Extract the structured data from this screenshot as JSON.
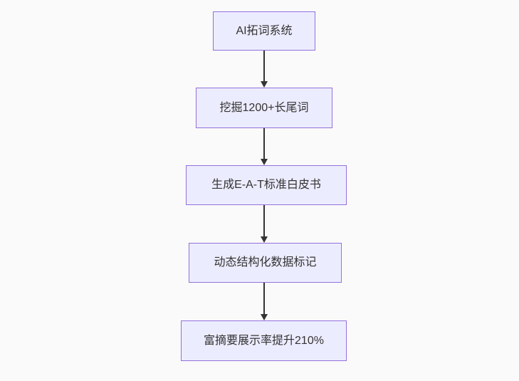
{
  "diagram": {
    "type": "flowchart",
    "direction": "top-down",
    "nodes": [
      {
        "id": "A",
        "label": "AI拓词系统"
      },
      {
        "id": "B",
        "label": "挖掘1200+长尾词"
      },
      {
        "id": "C",
        "label": "生成E-A-T标准白皮书"
      },
      {
        "id": "D",
        "label": "动态结构化数据标记"
      },
      {
        "id": "E",
        "label": "富摘要展示率提升210%"
      }
    ],
    "edges": [
      {
        "from": "A",
        "to": "B"
      },
      {
        "from": "B",
        "to": "C"
      },
      {
        "from": "C",
        "to": "D"
      },
      {
        "from": "D",
        "to": "E"
      }
    ],
    "colors": {
      "node_fill": "#ECECFF",
      "node_border": "#9370DB",
      "node_text": "#333333",
      "arrow": "#333333",
      "background": "#FAFAFA"
    }
  }
}
